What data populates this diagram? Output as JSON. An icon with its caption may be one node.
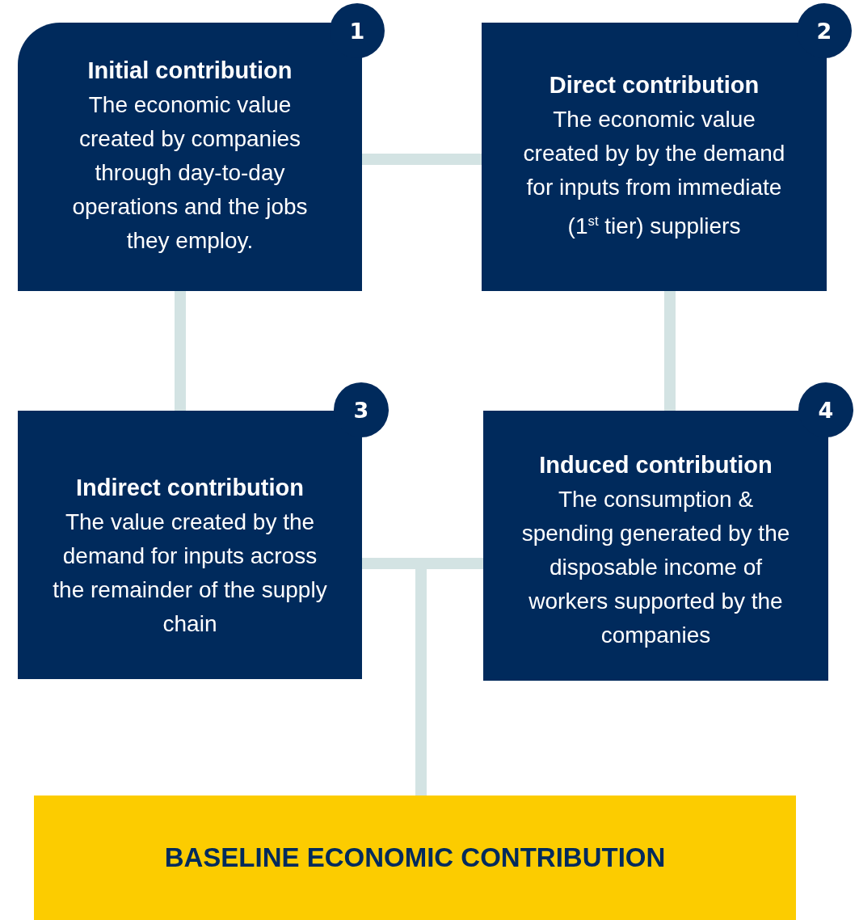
{
  "diagram": {
    "nodes": [
      {
        "text": [
          "Initial contribution",
          "The economic value created by companies through day-to-day operations and the jobs they employ."
        ]
      },
      {
        "text": [
          "1"
        ]
      },
      {
        "text": [
          "Direct contribution",
          "The economic value created by by the demand for inputs from immediate (1$^{st}$ tier) suppliers"
        ]
      },
      {
        "text": [
          "2"
        ]
      },
      {
        "text": [
          "Indirect contribution",
          "The value created by the demand for inputs across the remainder of the supply chain"
        ]
      },
      {
        "text": [
          "3"
        ]
      },
      {
        "text": [
          "Induced contribution",
          "The consumption & spending generated by the disposable income of workers supported by the companies"
        ]
      },
      {
        "text": [
          "4"
        ]
      },
      {
        "text": [
          "BASELINE ECONOMIC CONTRIBUTION"
        ]
      }
    ],
    "edges": [
      {
        "from": 0,
        "to": 2,
        "arrow": "none"
      },
      {
        "from": 0,
        "to": 4,
        "arrow": "none"
      },
      {
        "from": 2,
        "to": 6,
        "arrow": "none"
      },
      {
        "from": 4,
        "to": 6,
        "arrow": "none"
      },
      {
        "from": 4,
        "to": 8,
        "arrow": "none"
      },
      {
        "from": 6,
        "to": 8,
        "arrow": "none"
      }
    ]
  }
}
